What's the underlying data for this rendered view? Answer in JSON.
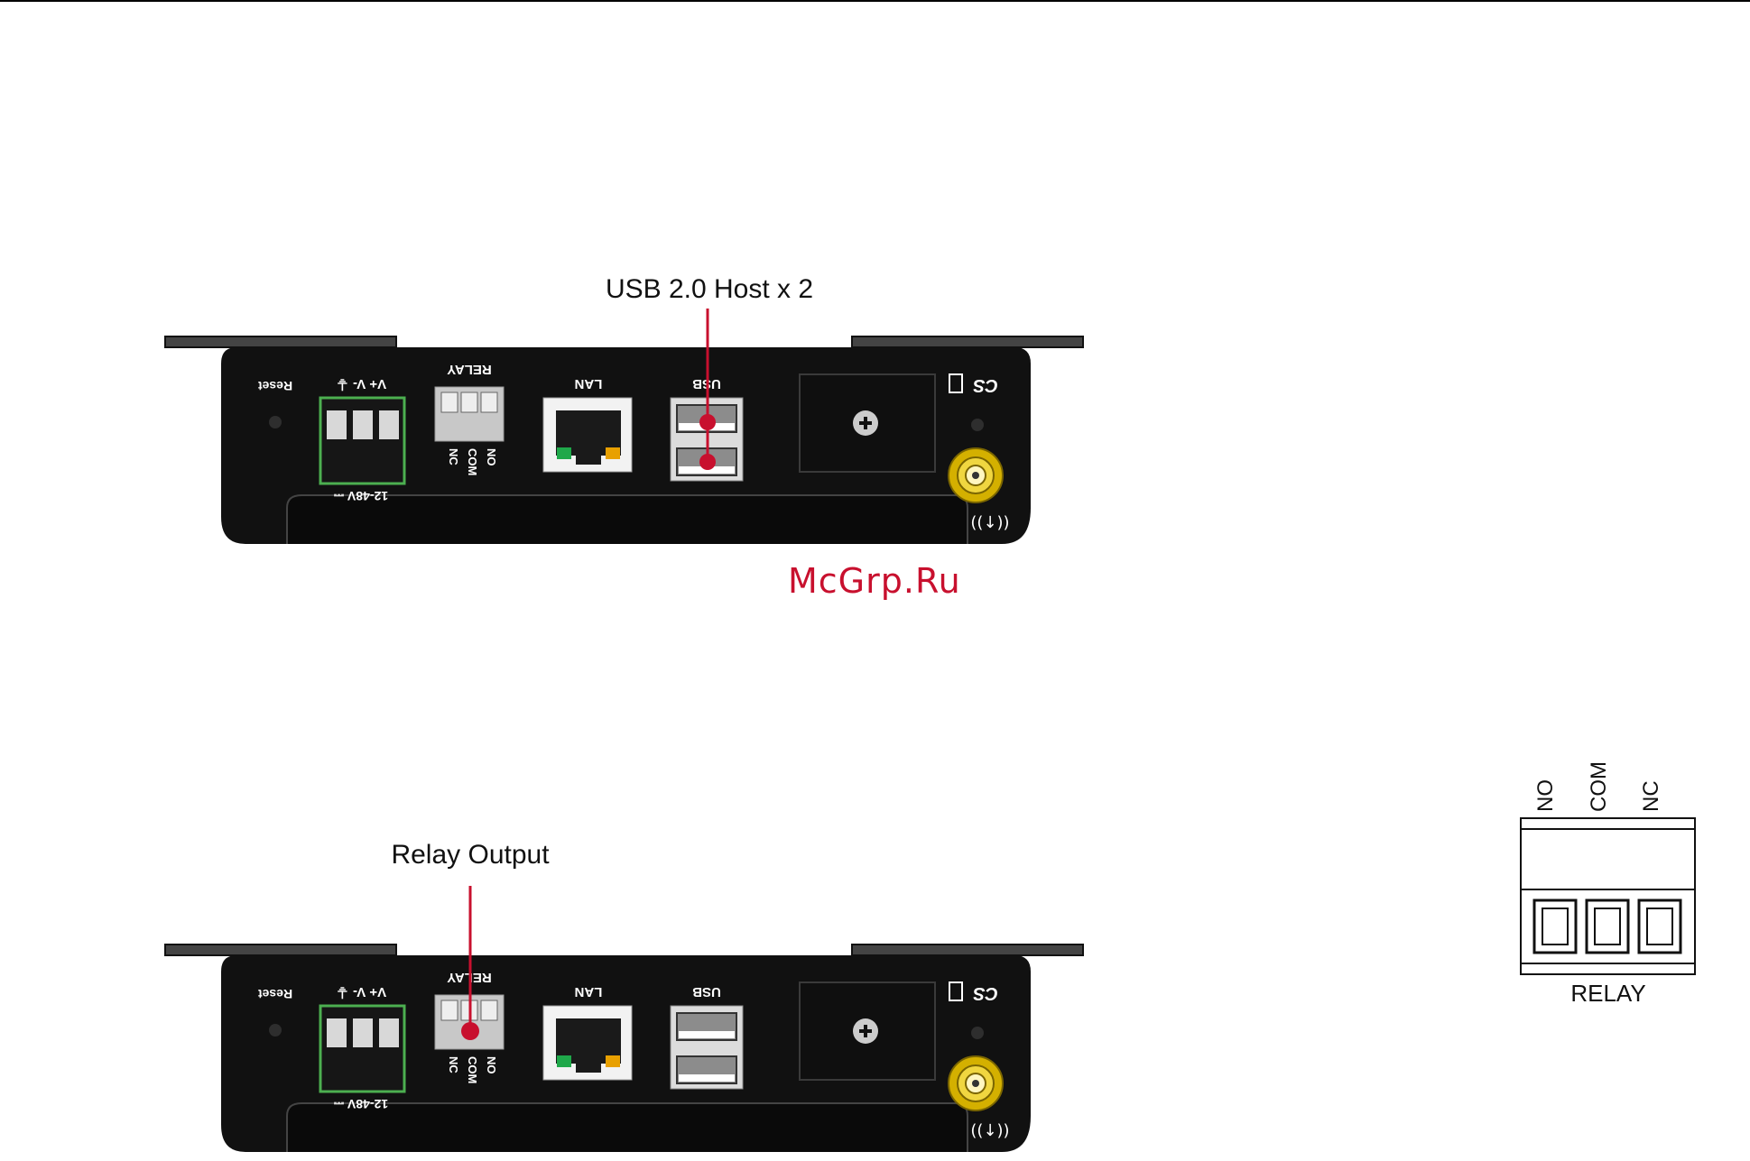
{
  "callouts": {
    "usb": "USB 2.0 Host x 2",
    "relay": "Relay Output"
  },
  "watermark": "McGrp.Ru",
  "panel_labels": {
    "reset": "Reset",
    "power_pins": "V+  V-  ⏚",
    "voltage": "12-48V ⎓",
    "relay": "RELAY",
    "relay_pins": [
      "NC",
      "COM",
      "NO"
    ],
    "lan": "LAN",
    "usb": "USB",
    "brand": "CS"
  },
  "relay_detail": {
    "pins": [
      "NO",
      "COM",
      "NC"
    ],
    "label": "RELAY"
  },
  "colors": {
    "callout_line": "#c8102e",
    "device_body": "#111111",
    "terminal_green": "#4caf50",
    "antenna_gold": "#d4b000",
    "led_green": "#1fa84a",
    "led_orange": "#e8a000"
  }
}
